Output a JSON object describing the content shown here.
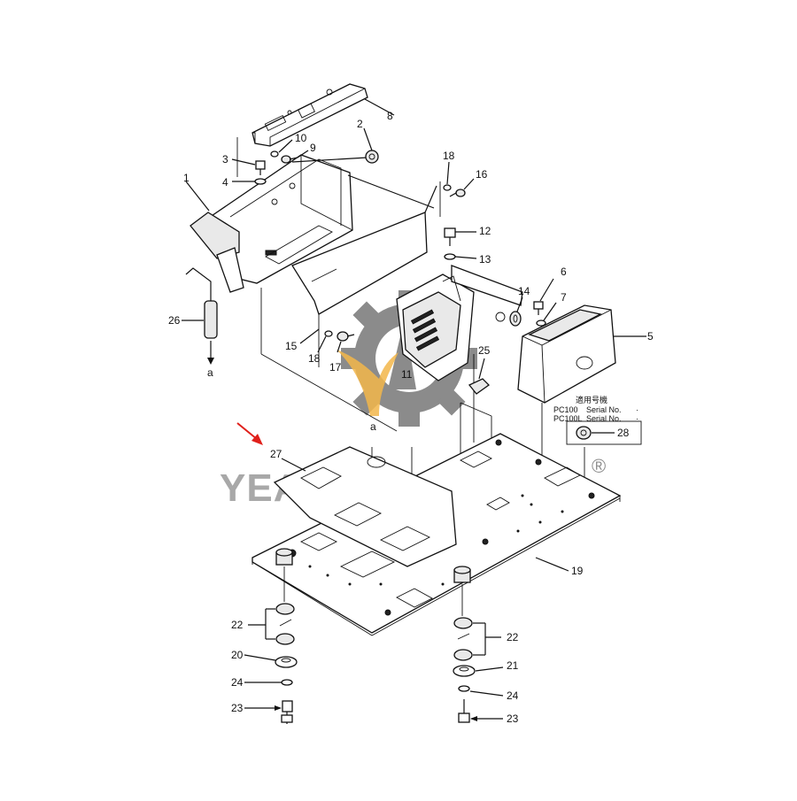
{
  "labels": {
    "l1": "1",
    "l2": "2",
    "l3": "3",
    "l4": "4",
    "l5": "5",
    "l6": "6",
    "l7": "7",
    "l8": "8",
    "l9": "9",
    "l10": "10",
    "l11": "11",
    "l12": "12",
    "l13": "13",
    "l14": "14",
    "l15": "15",
    "l16": "16",
    "l17": "17",
    "l18a": "18",
    "l18b": "18",
    "l19": "19",
    "l20": "20",
    "l21": "21",
    "l22a": "22",
    "l22b": "22",
    "l23a": "23",
    "l23b": "23",
    "l24a": "24",
    "l24b": "24",
    "l25": "25",
    "l26": "26",
    "l27": "27",
    "l28": "28",
    "refa1": "a",
    "refa2": "a"
  },
  "serial_note": {
    "jp": "適用号機",
    "row1_model": "PC100",
    "row1_text": "Serial No.",
    "row1_suffix": "·",
    "row2_model": "PC100L",
    "row2_text": "Serial No.",
    "row2_suffix": "·"
  },
  "watermark": {
    "text": "YEARN PARTS",
    "registered": "®",
    "color_gear": "#6f6f6f",
    "color_accent": "#f2b64a"
  },
  "colors": {
    "highlight_arrow": "#e0201b"
  }
}
